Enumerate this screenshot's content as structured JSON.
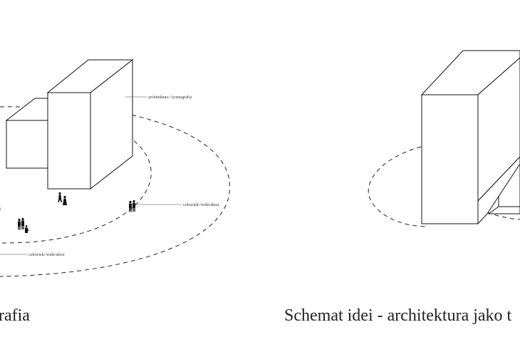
{
  "left_panel": {
    "caption": "rafia",
    "annotations": {
      "architecture": "architektura //scenografia",
      "human_right": "człowiek//widz/aktor",
      "human_bottom": "człowiek//widz/aktor"
    }
  },
  "right_panel": {
    "caption": "Schemat idei - architektura jako t"
  }
}
